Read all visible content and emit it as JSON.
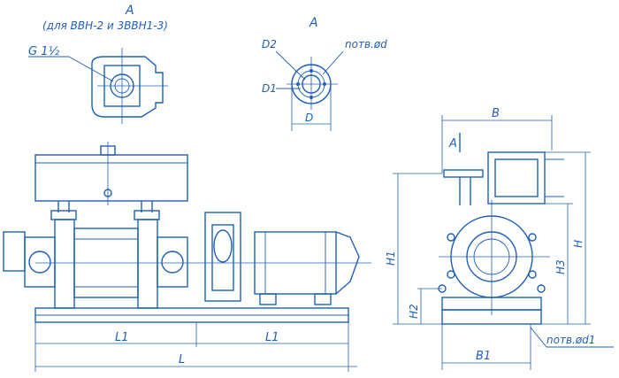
{
  "colors": {
    "ink": "#1f5fb8",
    "paper": "#ffffff"
  },
  "detail_top": {
    "view_letter": "A",
    "note": "(для ВВН-2 и 3ВВН1-3)",
    "port_label": "G 1½"
  },
  "detail_flange": {
    "view_letter": "A",
    "labels": {
      "d2": "D2",
      "d1": "D1",
      "d": "D",
      "holes": "nотв.ød"
    }
  },
  "front_view": {
    "dims": {
      "l1_left": "L1",
      "l1_right": "L1",
      "l_total": "L"
    }
  },
  "side_view": {
    "view_arrow": "A",
    "dims": {
      "b": "B",
      "b1": "B1",
      "h": "H",
      "h1": "H1",
      "h2": "H2",
      "h3": "H3",
      "holes": "nотв.ød1"
    }
  }
}
